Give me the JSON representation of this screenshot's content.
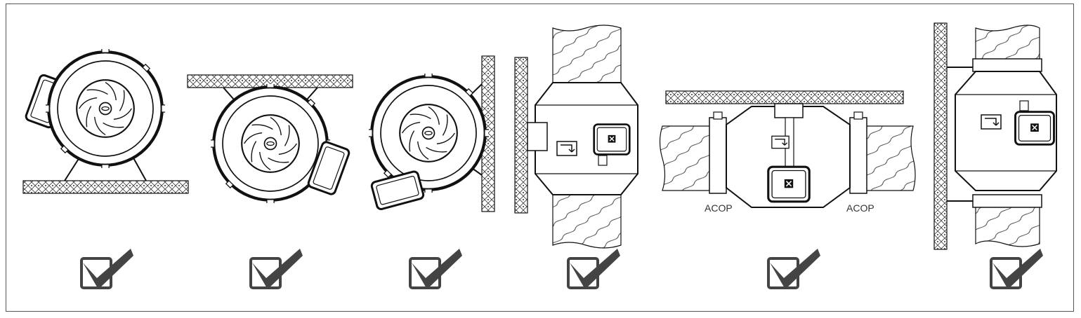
{
  "figure": {
    "caption": "",
    "options": [
      {
        "id": "horizontal-floor-mount",
        "allowed": true
      },
      {
        "id": "horizontal-ceiling-mount",
        "allowed": true
      },
      {
        "id": "horizontal-wall-mount",
        "allowed": true
      },
      {
        "id": "vertical-duct-wall-bracket",
        "allowed": true
      },
      {
        "id": "horizontal-duct-clamps",
        "allowed": true,
        "labels": [
          "ACOP",
          "ACOP"
        ]
      },
      {
        "id": "vertical-duct-wall-clamps",
        "allowed": true
      }
    ]
  },
  "colors": {
    "checkmark": "#444444",
    "line": "#222222",
    "frame": "#555555"
  },
  "icons": [
    "check-icon",
    "fan-icon",
    "airflow-arrow-icon"
  ]
}
